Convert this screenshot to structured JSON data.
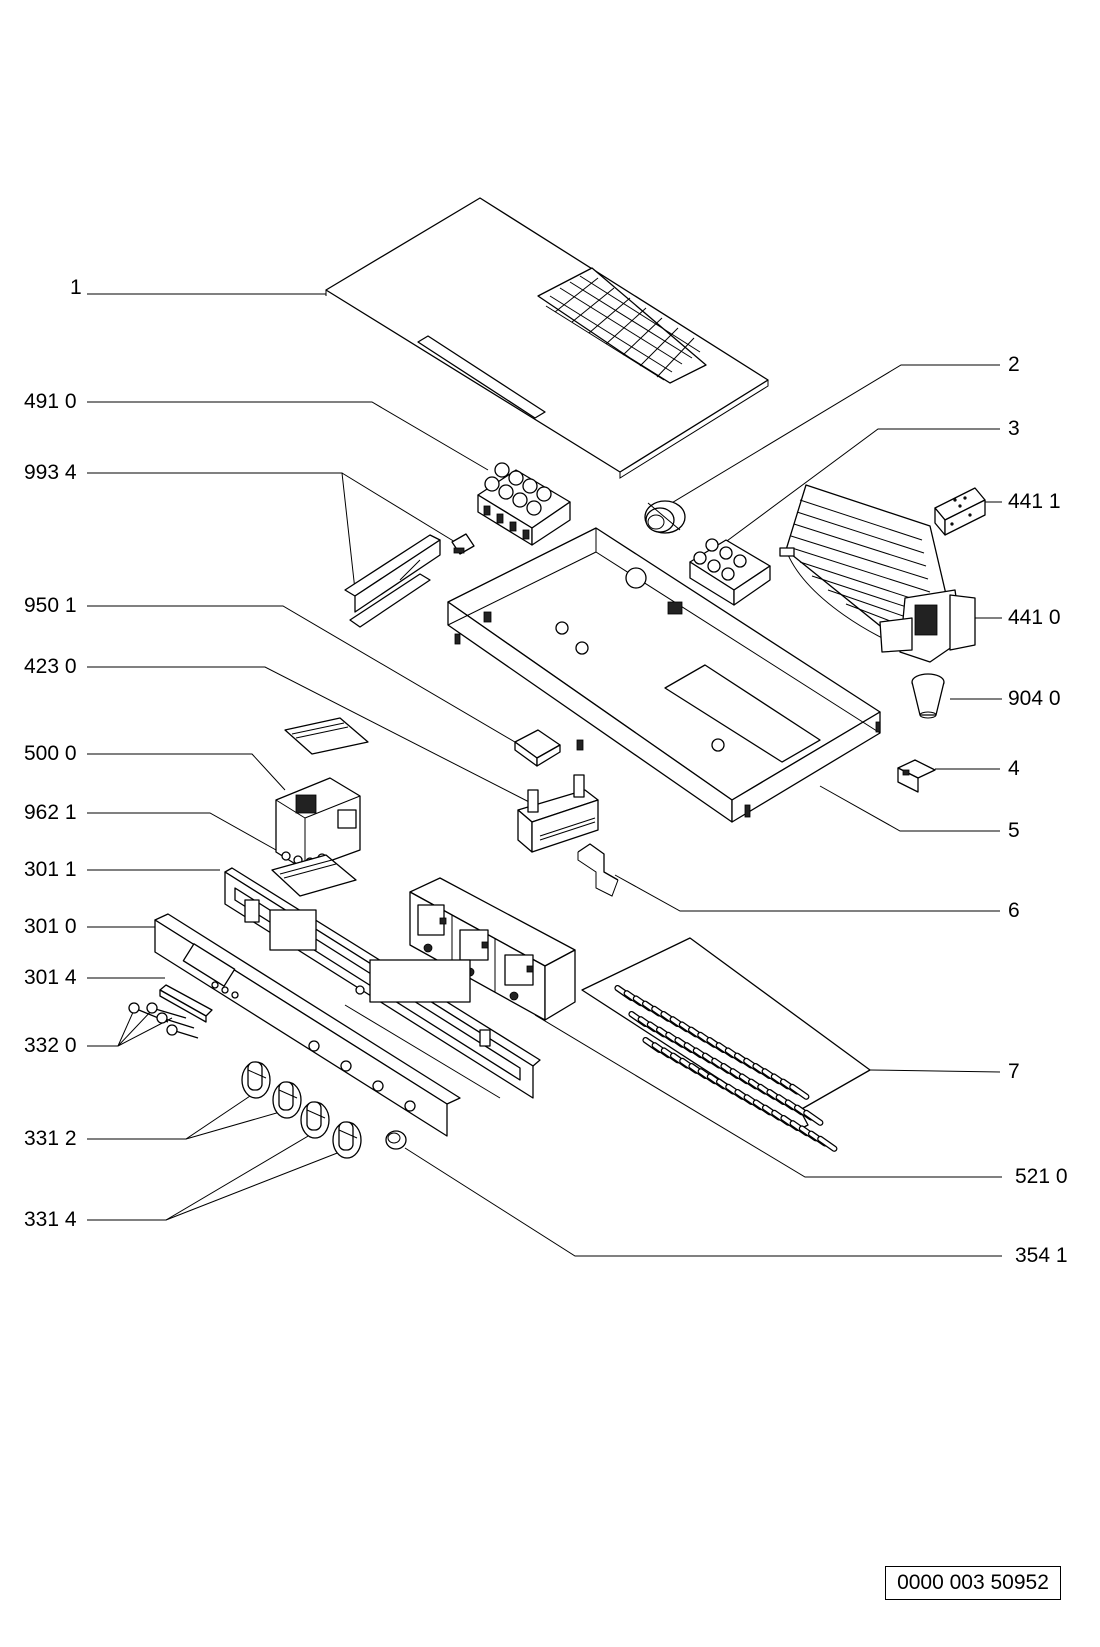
{
  "labels": {
    "1": "1",
    "2": "2",
    "3": "3",
    "4": "4",
    "5": "5",
    "6": "6",
    "7": "7",
    "p4910": "491 0",
    "p9934": "993 4",
    "p9501": "950 1",
    "p4230": "423 0",
    "p5000": "500 0",
    "p9621": "962 1",
    "p3011": "301 1",
    "p3010": "301 0",
    "p3014": "301 4",
    "p3320": "332 0",
    "p3312": "331 2",
    "p3314": "331 4",
    "p4411": "441 1",
    "p4410": "441 0",
    "p9040": "904 0",
    "p5210": "521 0",
    "p3541": "354 1"
  },
  "document_number": "0000 003 50952"
}
